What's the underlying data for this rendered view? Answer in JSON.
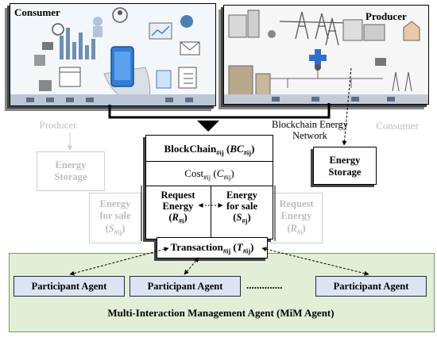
{
  "consumer_panel": {
    "title": "Consumer"
  },
  "producer_panel": {
    "title": "Producer"
  },
  "network": {
    "label_line1": "Blockchain Energy",
    "label_line2": "Network"
  },
  "ghost_left": {
    "producer": "Producer",
    "storage_line1": "Energy",
    "storage_line2": "Storage",
    "sale_line1": "Energy",
    "sale_line2": "for sale",
    "sale_sym": "S",
    "sale_sub": "#ij"
  },
  "ghost_right": {
    "consumer": "Consumer",
    "request_line1": "Request",
    "request_line2": "Energy",
    "request_sym": "R",
    "request_sub": "#i"
  },
  "energy_storage": {
    "line1": "Energy",
    "line2": "Storage"
  },
  "block": {
    "blockchain_label": "BlockChain",
    "blockchain_sub": "#ij",
    "blockchain_sym": "BC",
    "blockchain_sym_sub": "#ij",
    "cost_label": "Cost",
    "cost_sub": "#ij",
    "cost_sym": "C",
    "cost_sym_sub": "#ij",
    "request_line1": "Request",
    "request_line2": "Energy",
    "request_sym": "R",
    "request_sub": "#i",
    "sale_line1": "Energy",
    "sale_line2": "for sale",
    "sale_sym": "S",
    "sale_sub": "#j",
    "transaction_label": "Transaction",
    "transaction_sub": "#ij",
    "transaction_sym": "T",
    "transaction_sym_sub": "#ij"
  },
  "mim": {
    "agents": [
      "Participant Agent",
      "Participant Agent",
      "Participant Agent"
    ],
    "ellipsis": "..............",
    "title": "Multi-Interaction Management  Agent (MiM Agent)"
  },
  "colors": {
    "mim_fill": "#e3eed6",
    "agent_fill": "#dde4f3",
    "ghost_text": "#bdbdbd",
    "phone_blue": "#2f7ed8",
    "cross_blue": "#2f6fd0"
  }
}
